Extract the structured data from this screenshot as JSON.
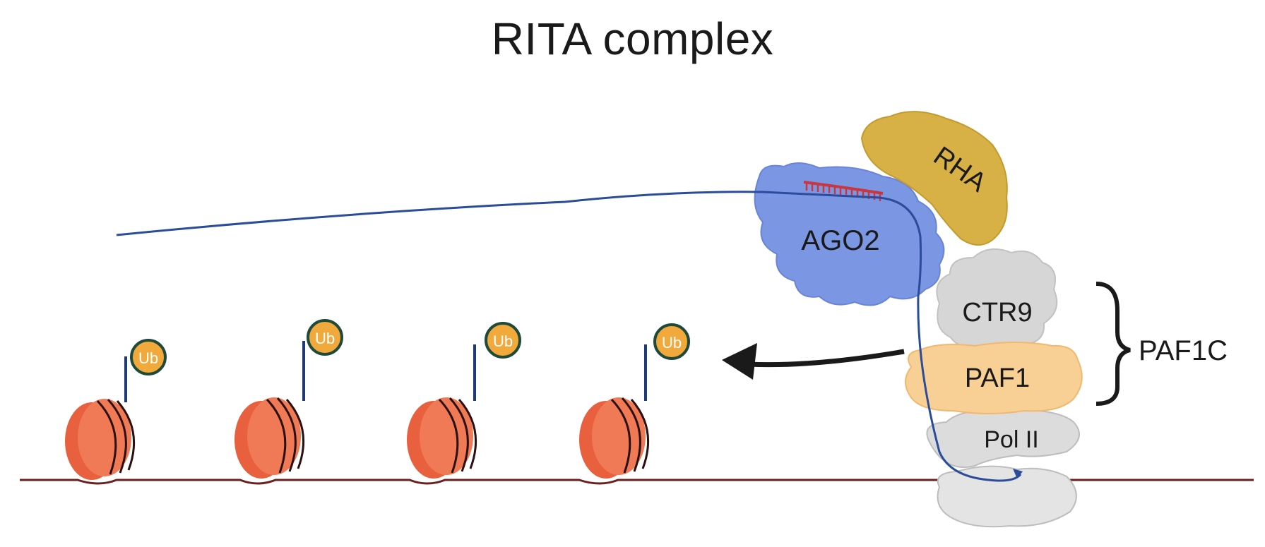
{
  "title": "RITA complex",
  "labels": {
    "rha": "RHA",
    "ago2": "AGO2",
    "ctr9": "CTR9",
    "paf1": "PAF1",
    "pol2": "Pol II",
    "paf1c": "PAF1C",
    "ub": "Ub"
  },
  "colors": {
    "rna": "#2b4c9b",
    "dna": "#6b1f1f",
    "nucleosome": "#f07a55",
    "ub_fill": "#f2a93b",
    "ub_ring": "#1f4a3a",
    "ago2": "#7b96e3",
    "rha": "#d7b146",
    "ctr9": "#d6d6d6",
    "paf1": "#f8cf94",
    "pol2": "#dcdcdc",
    "guide": "#c8373f"
  }
}
